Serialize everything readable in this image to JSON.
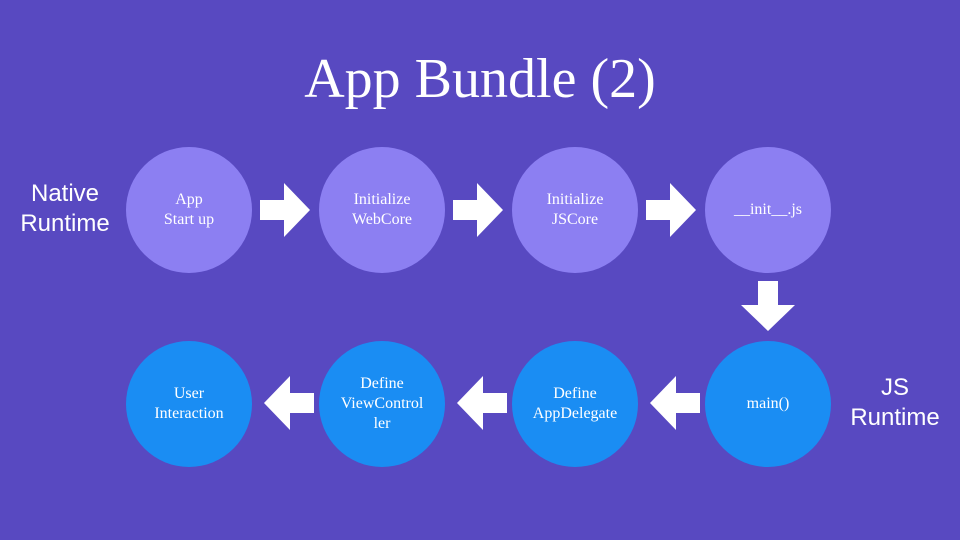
{
  "title": "App Bundle (2)",
  "labels": {
    "native_line1": "Native",
    "native_line2": "Runtime",
    "js_line1": "JS",
    "js_line2": "Runtime"
  },
  "nodes": {
    "app_startup": [
      "App",
      "Start up"
    ],
    "init_webcore": [
      "Initialize",
      "WebCore"
    ],
    "init_jscore": [
      "Initialize",
      "JSCore"
    ],
    "init_js": [
      "__init__.js"
    ],
    "main": [
      "main()"
    ],
    "define_appdelegate": [
      "Define",
      "AppDelegate"
    ],
    "define_viewcontroller": [
      "Define",
      "ViewControl",
      "ler"
    ],
    "user_interaction": [
      "User",
      "Interaction"
    ]
  },
  "colors": {
    "background": "#5849c1",
    "native_node": "#8c7ff2",
    "js_node": "#1a8df3",
    "arrow": "#ffffff"
  }
}
